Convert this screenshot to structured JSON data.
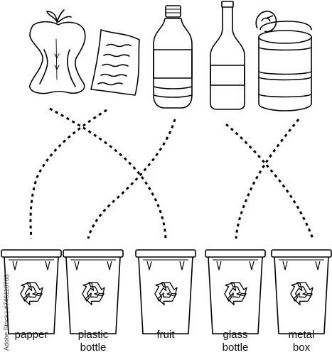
{
  "items": [
    {
      "name": "apple-core-icon"
    },
    {
      "name": "paper-sheet-icon"
    },
    {
      "name": "plastic-bottle-icon"
    },
    {
      "name": "glass-bottle-icon"
    },
    {
      "name": "metal-can-icon"
    }
  ],
  "bins": [
    {
      "label_lines": [
        "papper"
      ]
    },
    {
      "label_lines": [
        "plastic",
        "bottle"
      ]
    },
    {
      "label_lines": [
        "fruit"
      ]
    },
    {
      "label_lines": [
        "glass",
        "bottle"
      ]
    },
    {
      "label_lines": [
        "metal",
        "box"
      ]
    }
  ],
  "watermark": {
    "text": "Adobe Stock | #746118703"
  },
  "colors": {
    "stroke": "#000000",
    "background": "#ffffff"
  }
}
